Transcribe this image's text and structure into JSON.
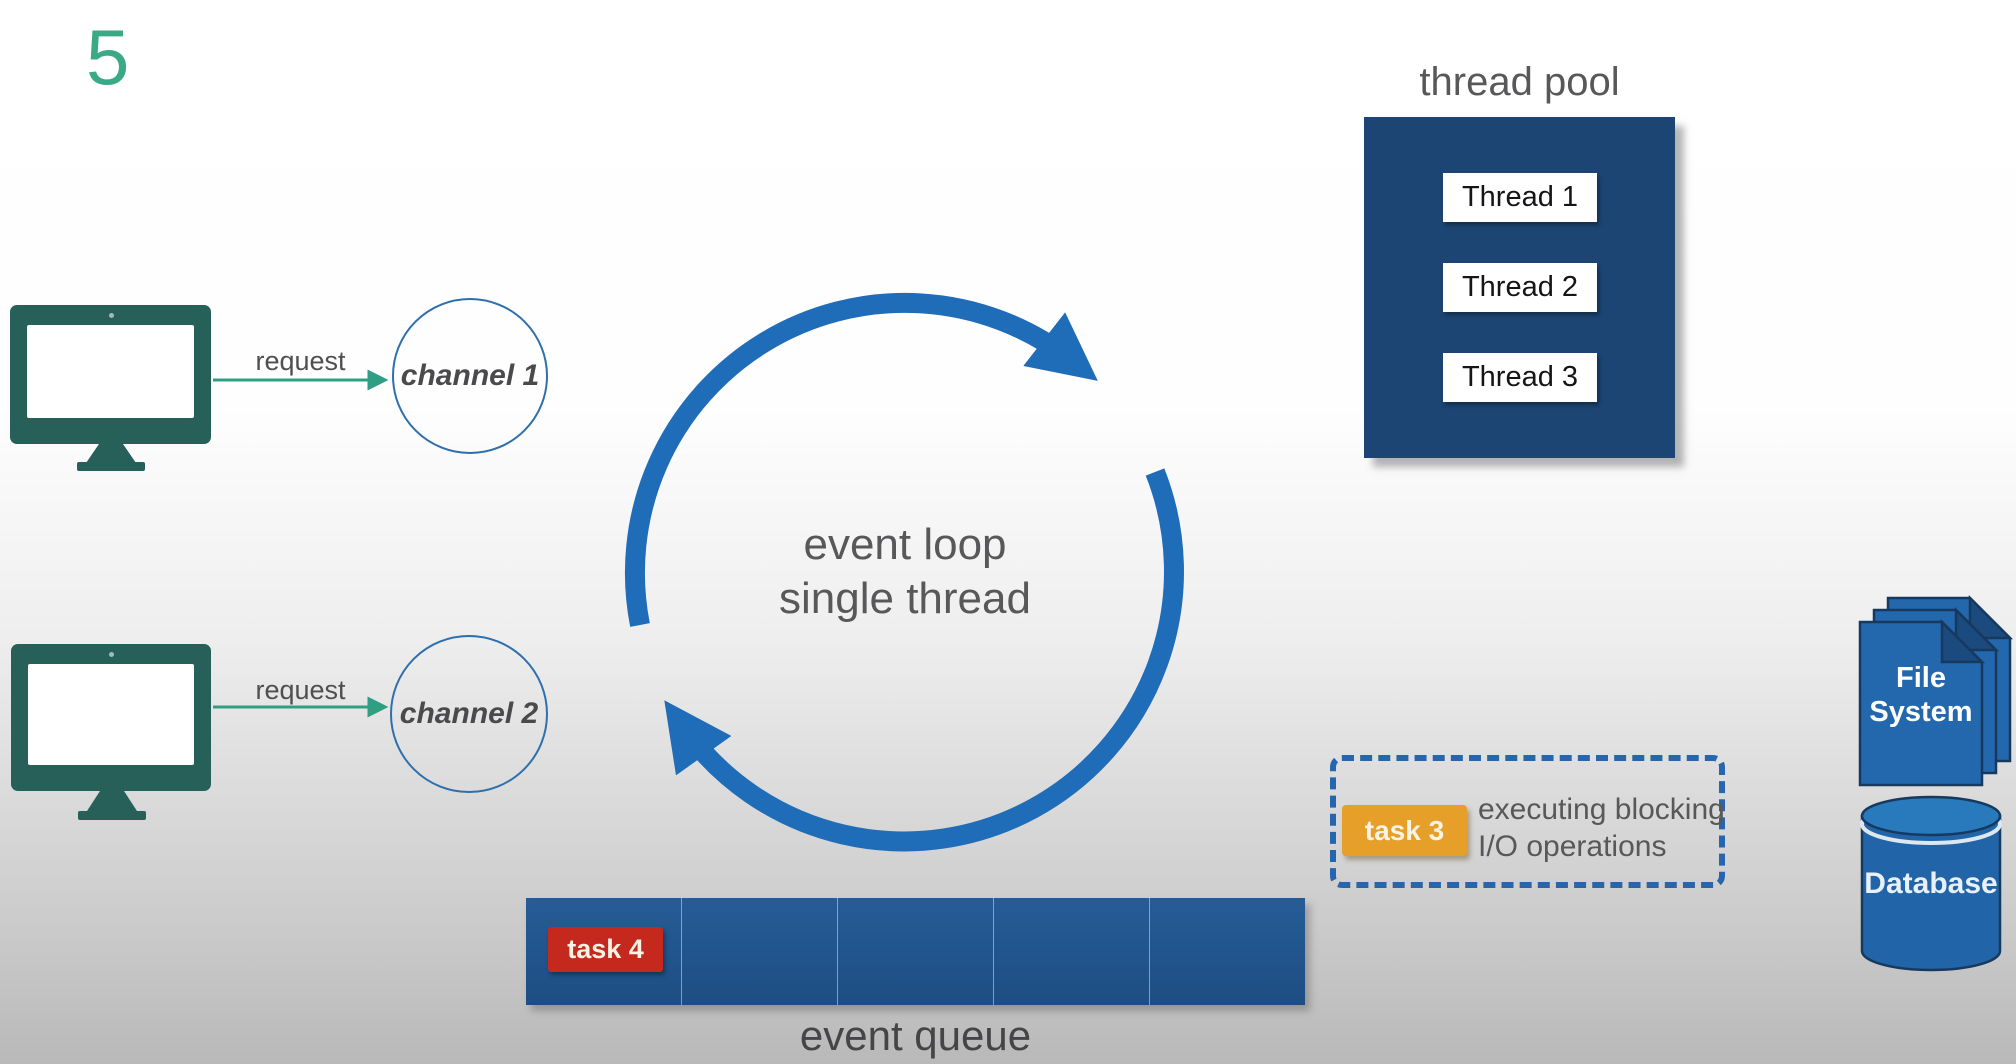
{
  "slide_number": "5",
  "clients": [
    {
      "request_label": "request",
      "channel_label": "channel 1"
    },
    {
      "request_label": "request",
      "channel_label": "channel 2"
    }
  ],
  "event_loop": {
    "line1": "event loop",
    "line2": "single thread"
  },
  "thread_pool": {
    "title": "thread pool",
    "threads": [
      {
        "label": "Thread 1"
      },
      {
        "label": "Thread 2"
      },
      {
        "label": "Thread 3"
      }
    ]
  },
  "blocking_box": {
    "task_label": "task 3",
    "description_line1": "executing blocking",
    "description_line2": "I/O operations"
  },
  "event_queue": {
    "label": "event queue",
    "task_label": "task 4",
    "cell_count": 5
  },
  "storage": {
    "file_system_line1": "File",
    "file_system_line2": "System",
    "database_label": "Database"
  },
  "colors": {
    "slide_number_green": "#3aa986",
    "monitor_teal": "#266058",
    "request_arrow_green": "#2f9e82",
    "channel_circle_blue": "#2e6fad",
    "event_loop_blue": "#1f6cb8",
    "thread_pool_navy": "#1c4573",
    "event_queue_blue": "#21568e",
    "task3_orange": "#e6a02a",
    "task4_red": "#c5281c",
    "storage_blue": "#2165a8",
    "text_gray": "#58585a",
    "background_bottom_gray": "#b9b9b9"
  }
}
